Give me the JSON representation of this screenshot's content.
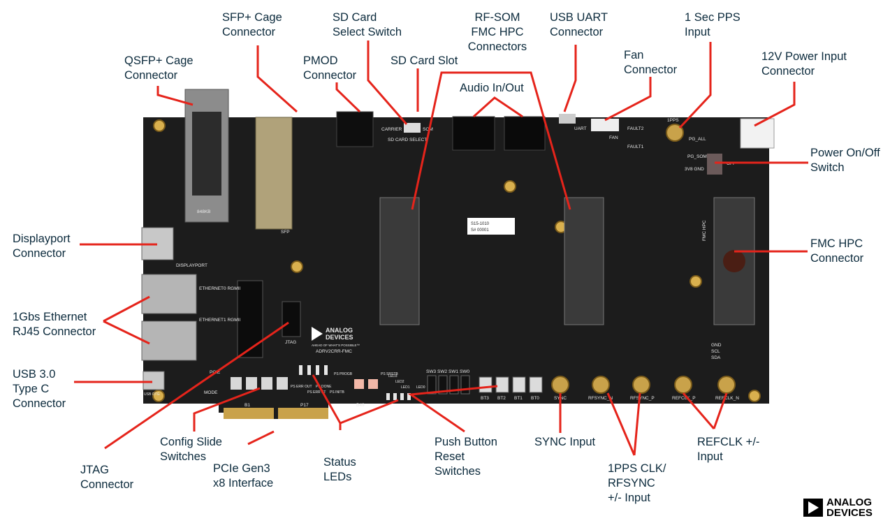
{
  "diagram": {
    "colors": {
      "board": "#1c1c1c",
      "leader": "#e5241b",
      "label": "#0b2a3c",
      "gold": "#c9a24a"
    },
    "callouts": [
      {
        "id": "qsfp",
        "text": "QSFP+ Cage\nConnector"
      },
      {
        "id": "sfp",
        "text": "SFP+ Cage\nConnector"
      },
      {
        "id": "sd-select",
        "text": "SD Card\nSelect Switch"
      },
      {
        "id": "rfsom",
        "text": "RF-SOM\nFMC HPC\nConnectors"
      },
      {
        "id": "usb-uart",
        "text": "USB UART\nConnector"
      },
      {
        "id": "pps",
        "text": "1 Sec PPS\nInput"
      },
      {
        "id": "pmod",
        "text": "PMOD\nConnector"
      },
      {
        "id": "sd-slot",
        "text": "SD Card Slot"
      },
      {
        "id": "fan",
        "text": "Fan\nConnector"
      },
      {
        "id": "power-in",
        "text": "12V Power Input\nConnector"
      },
      {
        "id": "audio",
        "text": "Audio In/Out"
      },
      {
        "id": "power-switch",
        "text": "Power On/Off\nSwitch"
      },
      {
        "id": "displayport",
        "text": "Displayport\nConnector"
      },
      {
        "id": "fmc-hpc",
        "text": "FMC HPC\nConnector"
      },
      {
        "id": "ethernet",
        "text": "1Gbs Ethernet\nRJ45 Connector"
      },
      {
        "id": "usb3",
        "text": "USB 3.0\nType C\nConnector"
      },
      {
        "id": "config",
        "text": "Config Slide\nSwitches"
      },
      {
        "id": "jtag",
        "text": "JTAG\nConnector"
      },
      {
        "id": "pcie",
        "text": "PCIe Gen3\nx8 Interface"
      },
      {
        "id": "status",
        "text": "Status\nLEDs"
      },
      {
        "id": "push",
        "text": "Push Button\nReset\nSwitches"
      },
      {
        "id": "sync",
        "text": "SYNC Input"
      },
      {
        "id": "rfsync",
        "text": "1PPS CLK/\nRFSYNC\n+/- Input"
      },
      {
        "id": "refclk",
        "text": "REFCLK +/-\nInput"
      }
    ],
    "board_text": {
      "brand_line1": "ANALOG",
      "brand_line2": "DEVICES",
      "tagline": "AHEAD OF WHAT'S POSSIBLE™",
      "model": "ADRV2CRR-FMC",
      "serial_line1": "S15-1010",
      "serial_line2": "S# 00001",
      "displayport": "DISPLAYPORT",
      "ethernet0": "ETHERNET0 RGMII",
      "ethernet1": "ETHERNET1 RGMII",
      "jtag": "JTAG",
      "pcie": "PCIE",
      "mode": "MODE",
      "carrier": "CARRIER",
      "som": "SOM",
      "sd_card_select": "SD CARD SELECT",
      "uart": "UART",
      "fan": "FAN",
      "pps": "1PPS",
      "fault2": "FAULT2",
      "pg_all": "PG_ALL",
      "fault1": "FAULT1",
      "pg_som": "PG_SOM",
      "v3": "3V8 GND",
      "off": "OFF",
      "fmc_hpc": "FMC HPC",
      "p17": "P17",
      "b1": "B1",
      "b49": "B49",
      "sfp": "SFP",
      "usb_otg": "USB OTG",
      "progb": "PS PROGB",
      "srstb": "PS SRSTB",
      "err_out": "PS ERR OUT",
      "err_st": "PS ERR ST",
      "done": "PS DONE",
      "initb": "PS INITB",
      "led0": "LED0",
      "led1": "LED1",
      "led2": "LED2",
      "led3": "LED3",
      "bt3": "BT3",
      "bt2": "BT2",
      "bt1": "BT1",
      "bt0": "BT0",
      "sw3": "SW3",
      "sw2": "SW2",
      "sw1": "SW1",
      "sw0": "SW0",
      "sync": "SYNC",
      "rfsync_n": "RFSYNC_N",
      "rfsync_p": "RFSYNC_P",
      "refclk_p": "REFCLK_P",
      "refclk_n": "REFCLK_N",
      "gnd": "GND",
      "scl": "SCL",
      "sda": "SDA",
      "qsfp_label": "848KB"
    },
    "logo": {
      "text": "ANALOG\nDEVICES"
    }
  }
}
